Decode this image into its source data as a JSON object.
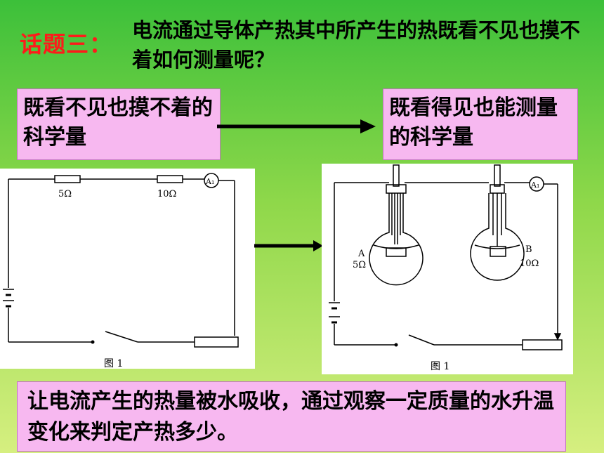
{
  "topic": {
    "label": "话题三：",
    "question": "电流通过导体产热其中所产生的热既看不见也摸不着如何测量呢？"
  },
  "boxes": {
    "left": "既看不见也摸不着的科学量",
    "right": "既看得见也能测量的科学量"
  },
  "diagram_left": {
    "r1_label": "5Ω",
    "r2_label": "10Ω",
    "ammeter_label": "A₁",
    "caption": "图 1"
  },
  "diagram_right": {
    "flask_a_letter": "A",
    "flask_a_resistance": "5Ω",
    "flask_b_letter": "B",
    "flask_b_resistance": "10Ω",
    "ammeter_label": "A₁",
    "caption": "图 1"
  },
  "bottom": {
    "text": "让电流产生的热量被水吸收，通过观察一定质量的水升温变化来判定产热多少。"
  },
  "colors": {
    "topic_label": "#ff1a1a",
    "box_fill": "#f7b8f0"
  }
}
